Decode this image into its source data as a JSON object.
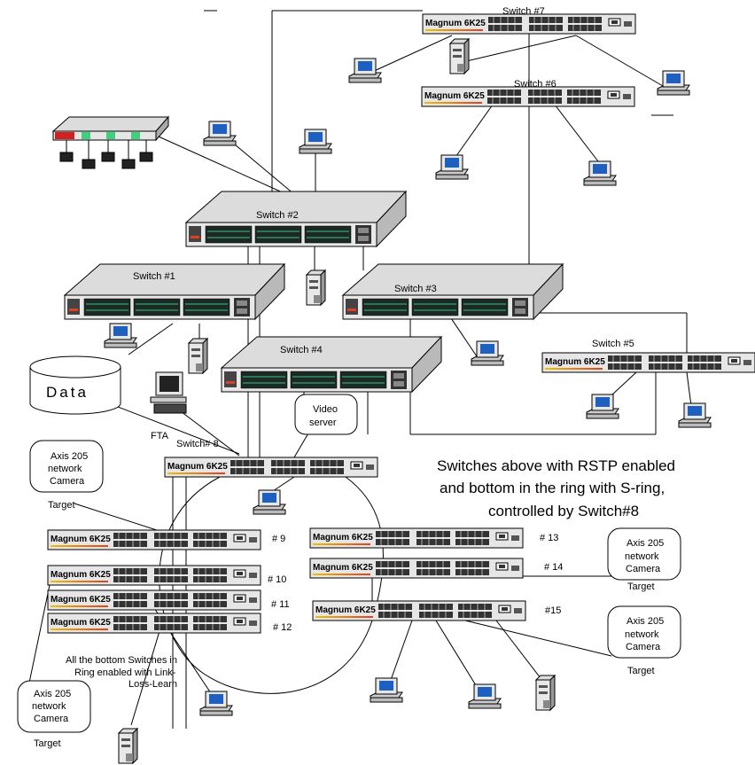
{
  "switches": {
    "s1": "Switch #1",
    "s2": "Switch #2",
    "s3": "Switch #3",
    "s4": "Switch #4",
    "s5": "Switch #5",
    "s6": "Switch #6",
    "s7": "Switch #7",
    "s8": "Switch# 8"
  },
  "brand": "Magnum 6K25",
  "ring_numbers": {
    "n9": "# 9",
    "n10": "# 10",
    "n11": "# 11",
    "n12": "# 12",
    "n13": "# 13",
    "n14": "# 14",
    "n15": "#15"
  },
  "labels": {
    "data": "Data",
    "fta": "FTA",
    "video_server_1": "Video",
    "video_server_2": "server",
    "camera_1": "Axis 205",
    "camera_2": "network",
    "camera_3": "Camera",
    "target": "Target"
  },
  "notes": {
    "rstp_line1": "Switches above with RSTP enabled",
    "rstp_line2": "and bottom in the ring with S-ring,",
    "rstp_line3": "controlled by Switch#8",
    "lll_line1": "All the bottom Switches in",
    "lll_line2": "Ring  enabled with Link-",
    "lll_line3": "Loss-Learn"
  },
  "colors": {
    "chassis": "#d9d9d9",
    "port_green": "#2e8b57",
    "monitor_blue": "#1f5fbf",
    "stripe_red": "#e04020",
    "stripe_yellow": "#f0c000"
  }
}
